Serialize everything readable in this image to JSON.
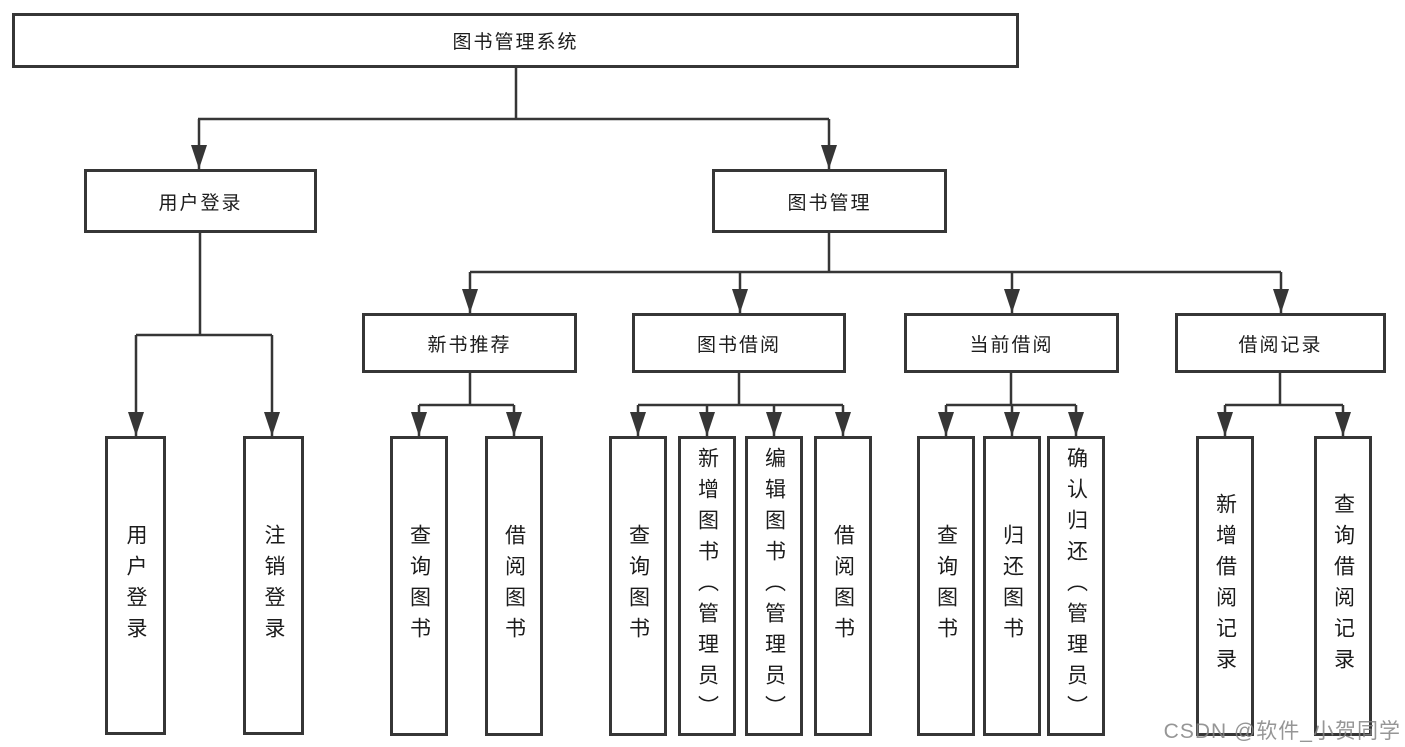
{
  "tree": {
    "label": "图书管理系统",
    "children": [
      {
        "label": "用户登录",
        "children": [
          {
            "label": "用户登录"
          },
          {
            "label": "注销登录"
          }
        ]
      },
      {
        "label": "图书管理",
        "children": [
          {
            "label": "新书推荐",
            "children": [
              {
                "label": "查询图书"
              },
              {
                "label": "借阅图书"
              }
            ]
          },
          {
            "label": "图书借阅",
            "children": [
              {
                "label": "查询图书"
              },
              {
                "label": "新增图书（管理员）"
              },
              {
                "label": "编辑图书（管理员）"
              },
              {
                "label": "借阅图书"
              }
            ]
          },
          {
            "label": "当前借阅",
            "children": [
              {
                "label": "查询图书"
              },
              {
                "label": "归还图书"
              },
              {
                "label": "确认归还（管理员）"
              }
            ]
          },
          {
            "label": "借阅记录",
            "children": [
              {
                "label": "新增借阅记录"
              },
              {
                "label": "查询借阅记录"
              }
            ]
          }
        ]
      }
    ]
  },
  "watermark": {
    "text": "CSDN @软件_小贺同学"
  },
  "colors": {
    "line": "#363636",
    "box_border": "#363636",
    "text": "#1c1c1c",
    "background": "#ffffff",
    "watermark": "#848484"
  }
}
